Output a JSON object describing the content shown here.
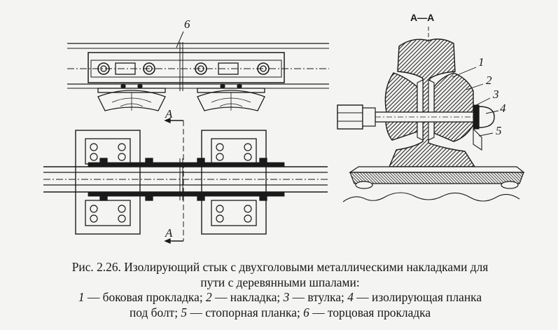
{
  "figure": {
    "section_label": "А—А",
    "plan_labels": [
      "А",
      "А"
    ],
    "part_labels": [
      "1",
      "2",
      "3",
      "4",
      "5",
      "6"
    ]
  },
  "caption": {
    "line1": "Рис. 2.26. Изолирующий стык с двухголовыми металлическими накладками для",
    "line2": "пути с деревянными шпалами:",
    "items": [
      {
        "num": "1",
        "text": " — боковая прокладка; "
      },
      {
        "num": "2",
        "text": " — накладка; "
      },
      {
        "num": "3",
        "text": " — втулка; "
      },
      {
        "num": "4",
        "text": " — изолирующая планка"
      },
      {
        "num": "",
        "text": "под болт; "
      },
      {
        "num": "5",
        "text": " — стопорная планка; "
      },
      {
        "num": "6",
        "text": " — торцовая прокладка"
      }
    ]
  },
  "colors": {
    "ink": "#1a1a1a",
    "paper": "#f4f4f2",
    "hatch": "#2b2b2b"
  }
}
